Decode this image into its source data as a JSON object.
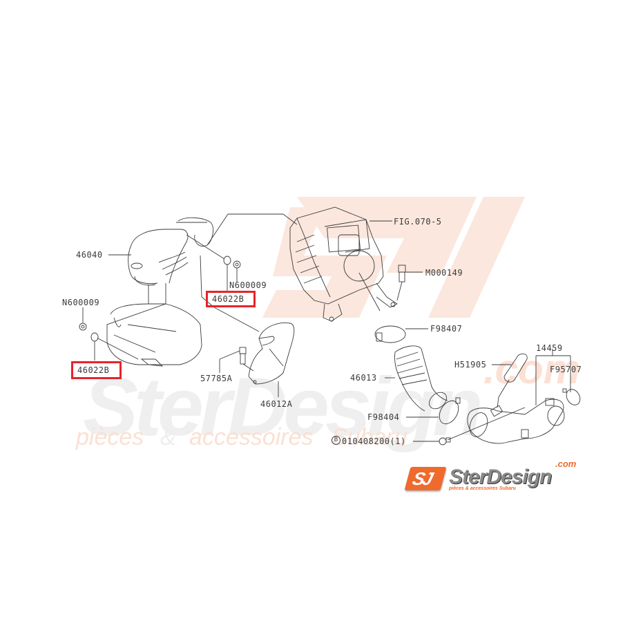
{
  "diagram": {
    "title": "Air intake parts diagram",
    "highlight_color": "#e8222a",
    "line_color": "#3a3a3a"
  },
  "watermark": {
    "brand": "SterDesign",
    "tagline_1": "pièces",
    "tagline_amp": "&",
    "tagline_2": "accessoires",
    "tagline_3": "Subaru",
    "dotcom": ".com",
    "color_orange": "#f7c9b4",
    "color_grey": "#eeeeee"
  },
  "labels": {
    "p46040": "46040",
    "n600009_top": "N600009",
    "p46022b_top": "46022B",
    "n600009_left": "N600009",
    "p46022b_left": "46022B",
    "fig070_5": "FIG.070-5",
    "m000149": "M000149",
    "f98407": "F98407",
    "p57785a": "57785A",
    "p46012a": "46012A",
    "p46013": "46013",
    "h51905": "H51905",
    "p14459": "14459",
    "f95707": "F95707",
    "f98404": "F98404",
    "b_marker": "B",
    "p010408200": "010408200(1)"
  },
  "logo": {
    "badge": "SJ",
    "name": "SterDesign",
    "dotcom": ".com",
    "tagline": "pièces & accessoires Subaru",
    "orange": "#ef6a2c",
    "grey": "#8a8a8a"
  }
}
